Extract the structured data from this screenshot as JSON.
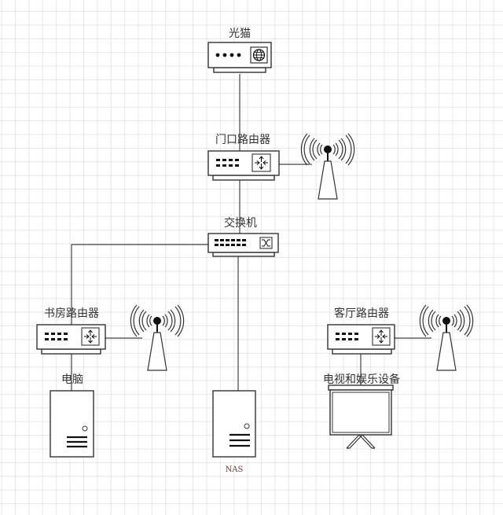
{
  "diagram": {
    "type": "network-topology",
    "colors": {
      "line": "#444444",
      "stroke": "#333333",
      "label": "#333333",
      "nas_label": "#7a3b3b",
      "grid": "#e6e6e6"
    },
    "nodes": [
      {
        "id": "modem",
        "label": "光猫",
        "kind": "modem",
        "icon": "globe-icon"
      },
      {
        "id": "gate-router",
        "label": "门口路由器",
        "kind": "router",
        "icon": "router-arrows-icon",
        "wireless": true
      },
      {
        "id": "switch",
        "label": "交换机",
        "kind": "switch",
        "icon": "switch-cross-icon"
      },
      {
        "id": "study-router",
        "label": "书房路由器",
        "kind": "router",
        "icon": "router-arrows-icon",
        "wireless": true
      },
      {
        "id": "living-router",
        "label": "客厅路由器",
        "kind": "router",
        "icon": "router-arrows-icon",
        "wireless": true
      },
      {
        "id": "pc",
        "label": "电脑",
        "kind": "server-tower",
        "icon": "tower-pc-icon"
      },
      {
        "id": "nas",
        "label": "NAS",
        "kind": "server-tower",
        "icon": "tower-pc-icon"
      },
      {
        "id": "tv",
        "label": "电视和娱乐设备",
        "kind": "projector-screen",
        "icon": "projector-screen-icon"
      }
    ],
    "edges": [
      {
        "from": "modem",
        "to": "gate-router"
      },
      {
        "from": "gate-router",
        "to": "switch"
      },
      {
        "from": "switch",
        "to": "study-router"
      },
      {
        "from": "switch",
        "to": "nas"
      },
      {
        "from": "study-router",
        "to": "pc"
      },
      {
        "from": "living-router",
        "to": "tv"
      },
      {
        "from": "gate-router",
        "to": "gate-router-antenna"
      },
      {
        "from": "study-router",
        "to": "study-router-antenna"
      },
      {
        "from": "living-router",
        "to": "living-router-antenna"
      }
    ]
  }
}
